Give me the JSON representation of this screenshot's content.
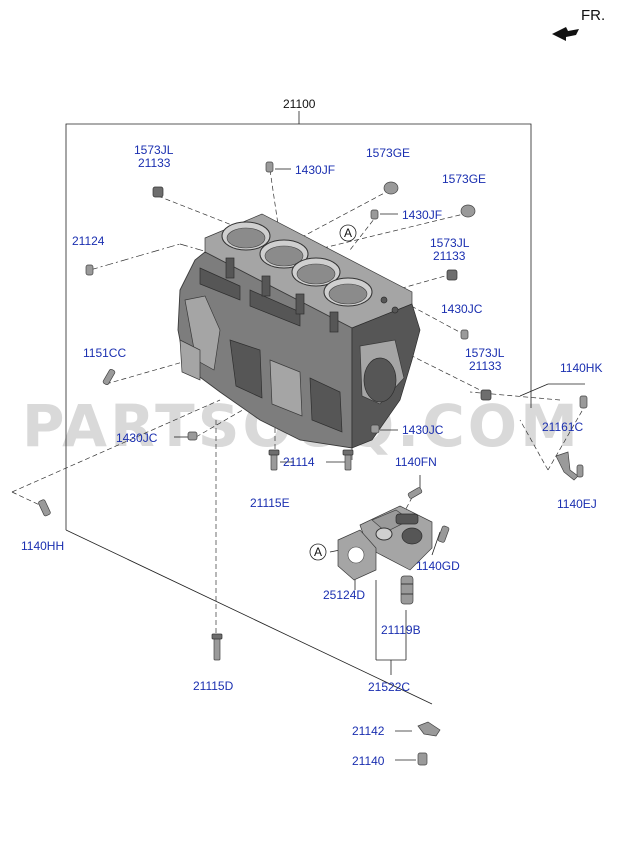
{
  "orientation": "FR.",
  "watermark": "PARTSOUQ.COM",
  "callout_marker": "A",
  "labels": {
    "main_assembly": "21100",
    "bolt_1573jl_top_a": "1573JL",
    "bolt_21133_top_a": "21133",
    "plug_1430jf_top": "1430JF",
    "cap_1573ge_a": "1573GE",
    "cap_1573ge_b": "1573GE",
    "plug_1430jf_mid": "1430JF",
    "pin_21124": "21124",
    "bolt_1573jl_b": "1573JL",
    "bolt_21133_b": "21133",
    "plug_1430jc_right": "1430JC",
    "stud_1151cc": "1151CC",
    "bolt_1573jl_c": "1573JL",
    "bolt_21133_c": "21133",
    "bolt_1140hk": "1140HK",
    "plug_1430jc_left": "1430JC",
    "plug_1430jc_bottom": "1430JC",
    "bracket_21161c": "21161C",
    "bolt_21114": "21114",
    "bolt_1140fn": "1140FN",
    "bolt_1140ej": "1140EJ",
    "bolt_21115e": "21115E",
    "bolt_1140hh": "1140HH",
    "bolt_1140gd": "1140GD",
    "gasket_25124d": "25124D",
    "dowel_21119b": "21119B",
    "bolt_21115d": "21115D",
    "housing_21522c": "21522C",
    "sensor_21142": "21142",
    "bolt_21140": "21140"
  }
}
